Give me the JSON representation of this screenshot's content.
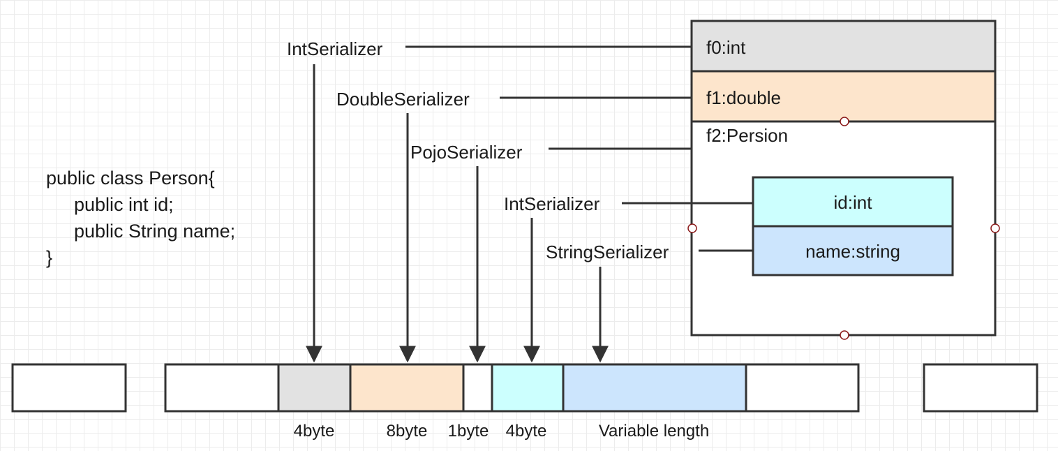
{
  "code": {
    "line1": "public class Person{",
    "line2": "public int id;",
    "line3": "public String name;",
    "line4": "}"
  },
  "schema": {
    "f0": "f0:int",
    "f1": "f1:double",
    "f2": "f2:Persion",
    "nested_id": "id:int",
    "nested_name": "name:string"
  },
  "serializers": {
    "int_top": "IntSerializer",
    "double": "DoubleSerializer",
    "pojo": "PojoSerializer",
    "int_nested": "IntSerializer",
    "string": "StringSerializer"
  },
  "sizes": {
    "s1": "4byte",
    "s2": "8byte",
    "s3": "1byte",
    "s4": "4byte",
    "s5": "Variable length"
  },
  "colors": {
    "stroke": "#333333",
    "int_gray": "#e2e2e2",
    "double_peach": "#fde5cc",
    "id_cyan": "#ccfffe",
    "name_blue": "#cce5fd",
    "anchor_red": "#8b1a1a"
  }
}
